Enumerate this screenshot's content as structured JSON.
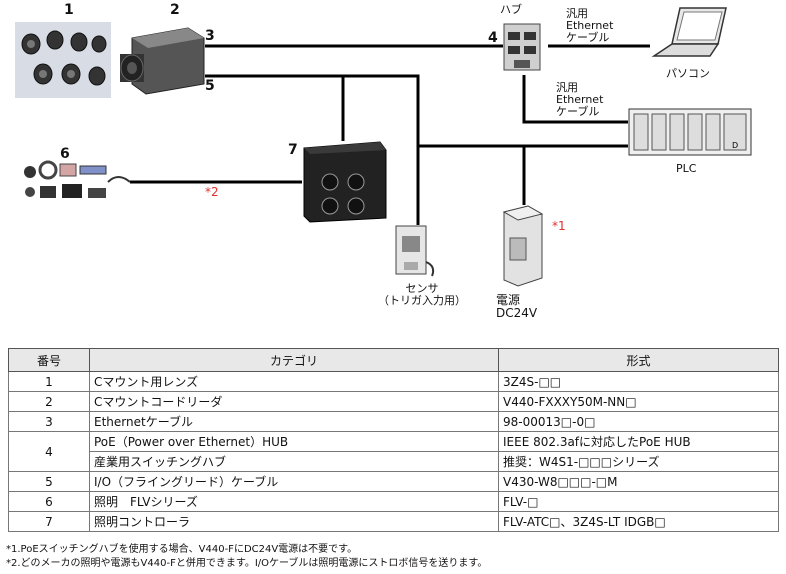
{
  "diagram": {
    "numbers": [
      "1",
      "2",
      "3",
      "4",
      "5",
      "6",
      "7"
    ],
    "hub_label": "ハブ",
    "cable_label_top": [
      "汎用",
      "Ethernet",
      "ケーブル"
    ],
    "cable_label_mid": [
      "汎用",
      "Ethernet",
      "ケーブル"
    ],
    "pc_label": "パソコン",
    "plc_label": "PLC",
    "sensor_label": [
      "センサ",
      "（トリガ入力用）"
    ],
    "power_label": [
      "電源",
      "DC24V"
    ],
    "note_mark_1": "*1",
    "note_mark_2": "*2"
  },
  "table": {
    "headers": [
      "番号",
      "カテゴリ",
      "形式"
    ],
    "rows": [
      {
        "no": "1",
        "category": "Cマウント用レンズ",
        "model": "3Z4S-□□"
      },
      {
        "no": "2",
        "category": "Cマウントコードリーダ",
        "model": "V440-FXXXY50M-NN□"
      },
      {
        "no": "3",
        "category": "Ethernetケーブル",
        "model": "98-00013□-0□"
      },
      {
        "no": "4",
        "category": "PoE（Power over Ethernet）HUB",
        "model": "IEEE 802.3afに対応したPoE HUB"
      },
      {
        "no": "",
        "category": "産業用スイッチングハブ",
        "model": "推奨：W4S1-□□□シリーズ"
      },
      {
        "no": "5",
        "category": "I/O（フライングリード）ケーブル",
        "model": "V430-W8□□□-□M"
      },
      {
        "no": "6",
        "category": "照明　FLVシリーズ",
        "model": "FLV-□"
      },
      {
        "no": "7",
        "category": "照明コントローラ",
        "model": "FLV-ATC□、3Z4S-LT IDGB□"
      }
    ]
  },
  "notes": [
    "*1.PoEスイッチングハブを使用する場合、V440-FにDC24V電源は不要です。",
    "*2.どのメーカの照明や電源もV440-Fと併用できます。I/Oケーブルは照明電源にストロボ信号を送ります。"
  ]
}
